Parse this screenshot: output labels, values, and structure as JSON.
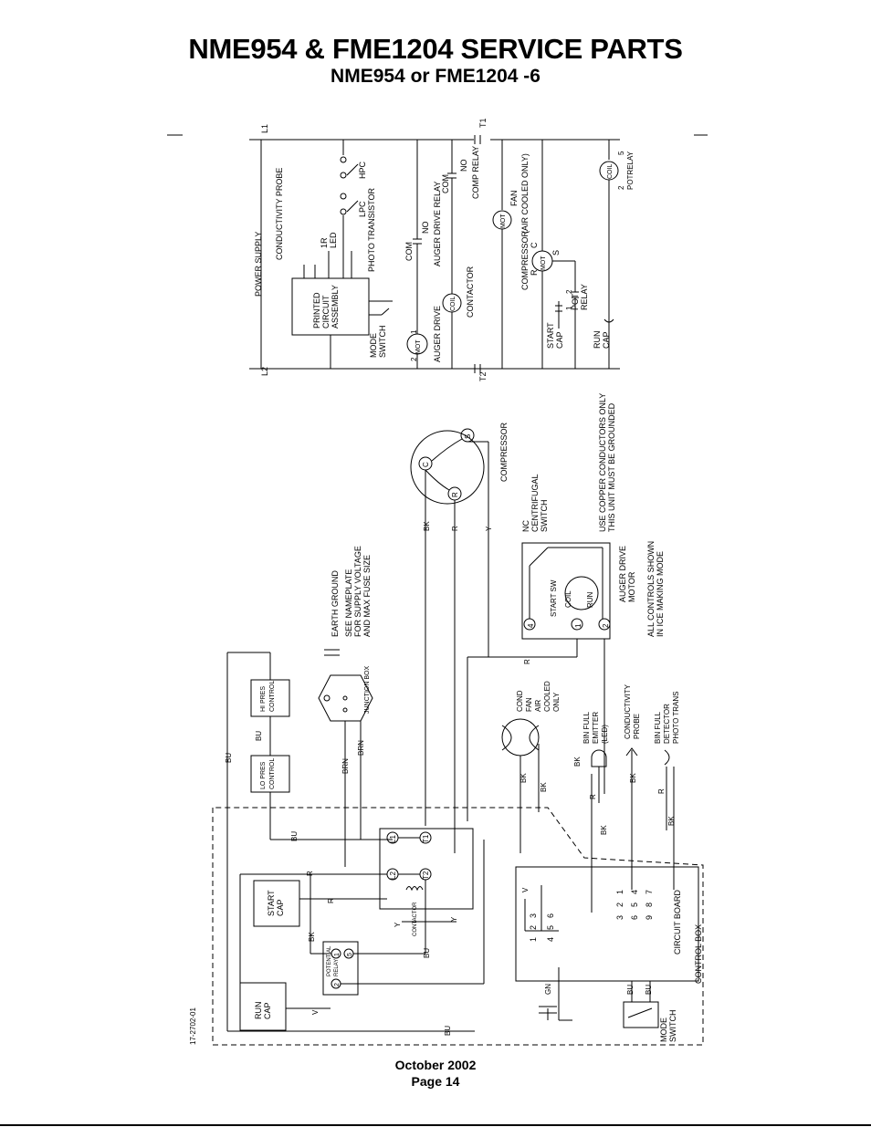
{
  "header": {
    "title": "NME954 & FME1204 SERVICE PARTS",
    "subtitle": "NME954 or FME1204 -6"
  },
  "footer": {
    "date": "October 2002",
    "page": "Page 14"
  },
  "ladder": {
    "l1": "L1",
    "l2": "L2",
    "t1": "T1",
    "t2": "T2",
    "power_supply": "POWER SUPPLY",
    "conductivity_probe": "CONDUCTIVITY PROBE",
    "pca": [
      "PRINTED",
      "CIRCUIT",
      "ASSEMBLY"
    ],
    "mode_switch": [
      "MODE",
      "SWITCH"
    ],
    "ir_led": [
      "1R",
      "LED"
    ],
    "photo_transistor": "PHOTO TRANSISTOR",
    "lpc": "LPC",
    "hpc": "HPC",
    "com1": "COM",
    "no1": "NO",
    "auger_drive_relay": "AUGER DRIVE RELAY",
    "com2": "COM",
    "no2": "NO",
    "comp_relay": "COMP RELAY",
    "mot": "MOT",
    "auger_drive": "AUGER DRIVE",
    "coil": "COIL",
    "contactor": "CONTACTOR",
    "fan": "FAN",
    "air_cooled_only": "(AIR COOLED ONLY)",
    "compressor": "COMPRESSOR",
    "r": "R",
    "c": "C",
    "s": "S",
    "pot_relay": [
      "POT",
      "RELAY"
    ],
    "start_cap": [
      "START",
      "CAP"
    ],
    "run_cap": [
      "RUN",
      "CAP"
    ],
    "potrelay": "POTRELAY",
    "n1": "1",
    "n2": "2",
    "n5": "5"
  },
  "wiring": {
    "compressor": "COMPRESSOR",
    "comp_c": "C",
    "comp_r": "R",
    "comp_s": "S",
    "bk": "BK",
    "r": "R",
    "y": "Y",
    "bu": "BU",
    "brn": "BRN",
    "v": "V",
    "gn": "GN",
    "nc_centrifugal_switch": [
      "NC",
      "CENTRIFUGAL",
      "SWITCH"
    ],
    "copper_notice": [
      "USE COPPER CONDUCTORS ONLY",
      "THIS UNIT MUST BE GROUNDED"
    ],
    "earth_ground": "EARTH GROUND",
    "nameplate_notice": [
      "SEE NAMEPLATE",
      "FOR SUPPLY VOLTAGE",
      "AND MAX FUSE SIZE"
    ],
    "auger_drive_motor": [
      "AUGER DRIVE",
      "MOTOR"
    ],
    "all_controls": [
      "ALL CONTROLS SHOWN",
      "IN ICE MAKING MODE"
    ],
    "start_sw": "START  SW",
    "coil": "COIL",
    "run": "RUN",
    "hi_press": [
      "HI PRES",
      "CONTROL"
    ],
    "lo_press": [
      "LO PRES",
      "CONTROL"
    ],
    "junction_box": "JUNCTION BOX",
    "cond_fan": [
      "COND",
      "FAN",
      "AIR",
      "COOLED",
      "ONLY"
    ],
    "bin_full_emitter": [
      "BIN FULL",
      "EMITTER",
      "(LED)"
    ],
    "conductivity_probe": [
      "CONDUCTIVITY",
      "PROBE"
    ],
    "bin_full_detector": [
      "BIN FULL",
      "DETECTOR",
      "PHOTO TRANS"
    ],
    "contactor": "CONTACTOR",
    "l1": "L1",
    "l2": "L2",
    "t1": "T1",
    "t2": "T2",
    "start_cap": [
      "START",
      "CAP"
    ],
    "run_cap": [
      "RUN",
      "CAP"
    ],
    "potential_relay": [
      "POTENTIAL",
      "RELAY"
    ],
    "circuit_board": "CIRCUIT BOARD",
    "control_box": "CONTROL BOX",
    "mode_switch": [
      "MODE",
      "SWITCH"
    ],
    "drawing_no": "17-2702-01",
    "board_pins_top": [
      "3",
      "2",
      "1"
    ],
    "board_pins_mid": [
      "6",
      "5",
      "4"
    ],
    "probe_pins_a": [
      "3",
      "2",
      "1"
    ],
    "probe_pins_b": [
      "6",
      "5",
      "4"
    ],
    "probe_pins_c": [
      "9",
      "8",
      "7"
    ],
    "n1": "1",
    "n2": "2",
    "n4": "4",
    "n5": "5"
  }
}
